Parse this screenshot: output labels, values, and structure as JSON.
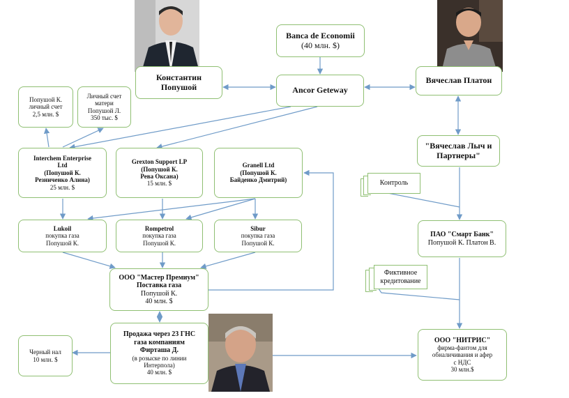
{
  "nodes": {
    "banca": {
      "title": "Banca de Economii",
      "detail": "(40 млн. $)"
    },
    "ancor": {
      "title": "Ancor Geteway"
    },
    "popushoi": {
      "title": "Константин\nПопушой"
    },
    "platon": {
      "title": "Вячеслав Платон"
    },
    "lych": {
      "title": "\"Вячеслав Лыч и\nПартнеры\""
    },
    "account_popushoi": {
      "text": "Попушой К.\nличный счет\n2,5 млн. $"
    },
    "account_mother": {
      "text": "Личный счет\nматери\nПопушой Л.\n350 тыс. $"
    },
    "interchem": {
      "title": "Interchem Enterprise\nLtd\n(Попушой К.\nРезниченко Алина)",
      "amount": "25 млн. $"
    },
    "grexton": {
      "title": "Grexton Support LP\n(Попушой К.\nРева Оксана)",
      "amount": "15 млн. $"
    },
    "granell": {
      "title": "Granell Ltd\n(Попушой К.\nБайденко Дмитрий)"
    },
    "lukoil": {
      "title": "Lukoil",
      "detail": "покупка газа\nПопушой К."
    },
    "rompetrol": {
      "title": "Rompetrol",
      "detail": "покупка газа\nПопушой К."
    },
    "sibur": {
      "title": "Sibur",
      "detail": "покупка газа\nПопушой К."
    },
    "smart_bank": {
      "title": "ПАО \"Смарт Банк\"",
      "detail": "Попушой К. Платон В."
    },
    "master_premium": {
      "title": "ООО \"Мастер Премиум\"\nПоставка газа",
      "detail": "Попушой К.\n40 млн. $"
    },
    "sales": {
      "title": "Продажа через 23 ГНС\nгаза компаниям\nФирташа Д.",
      "detail": "(в розыске по линии\nИнтерпола)\n40 млн. $"
    },
    "cash": {
      "text": "Черный нал\n10 млн. $"
    },
    "nitris": {
      "title": "ООО \"НИТРИС\"",
      "detail": "фирма-фантом для\nобналичивания и афер\nс НДС\n30 млн.$"
    }
  },
  "notes": {
    "control": "Контроль",
    "fictitious": "Фиктивное\nкредитование"
  },
  "colors": {
    "arrow": "#6f9bc8",
    "node_border": "#8fbf72"
  },
  "photos": [
    "portrait-photo-popushoi",
    "portrait-photo-platon",
    "portrait-photo-firtash"
  ]
}
